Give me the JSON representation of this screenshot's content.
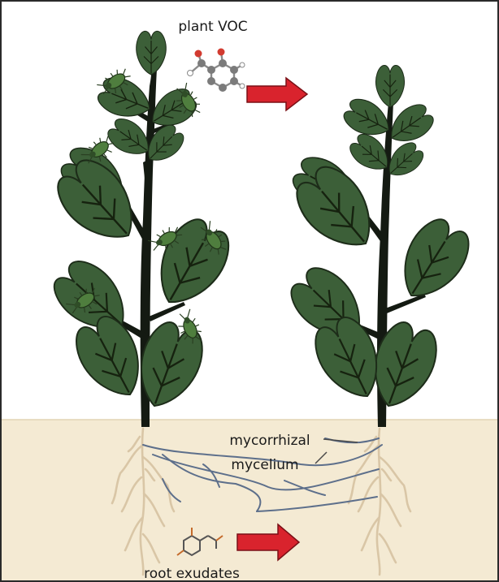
{
  "labels": {
    "plant_voc": "plant VOC",
    "mycorrhizal": "mycorrhizal",
    "mycelium": "mycelium",
    "root_exudates": "root exudates"
  },
  "colors": {
    "soil": "#f4ead3",
    "frame": "#2a2a2a",
    "stem": "#141a12",
    "leaf": "#3c5f38",
    "leaf_vein": "#16220f",
    "aphid": "#4f7e3e",
    "root": "#d9c6a6",
    "hypha": "#5d6f8b",
    "arrow": "#d9232d",
    "arrow_edge": "#7a1016"
  }
}
